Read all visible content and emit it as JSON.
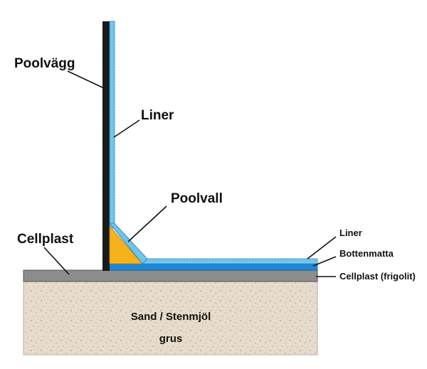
{
  "labels": {
    "poolvagg": "Poolvägg",
    "liner_top": "Liner",
    "poolvall": "Poolvall",
    "cellplast_left": "Cellplast",
    "liner_right": "Liner",
    "bottenmatta": "Bottenmatta",
    "cellplast_right": "Cellplast (frigolit)",
    "sand_line1": "Sand / Stenmjöl",
    "sand_line2": "grus"
  },
  "colors": {
    "wall": "#1a1a1a",
    "liner": "#6fc3ec",
    "liner_edge": "#2a7fb8",
    "bottom_mat": "#1e88d8",
    "cellplast": "#8c8c8c",
    "poolvall": "#f5b21a",
    "sand": "#e7dccb",
    "leader": "#111111"
  }
}
